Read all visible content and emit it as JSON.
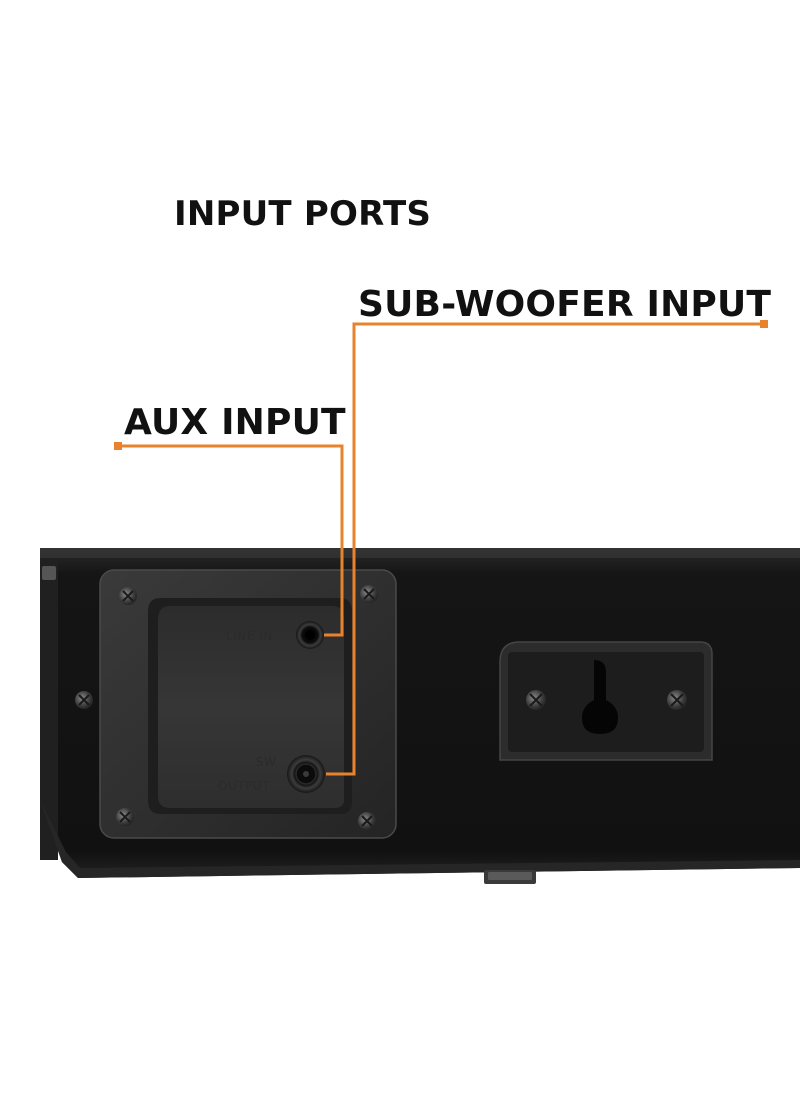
{
  "title": "INPUT PORTS",
  "callouts": {
    "sub_woofer": "SUB-WOOFER INPUT",
    "aux": "AUX INPUT"
  },
  "device_labels": {
    "line_in": "LINE IN",
    "sw_line1": "SW",
    "sw_line2": "OUTPUT"
  },
  "colors": {
    "callout_line": "#e8822e",
    "body": "#1a1a1a",
    "panel": "#2a2a2a"
  }
}
